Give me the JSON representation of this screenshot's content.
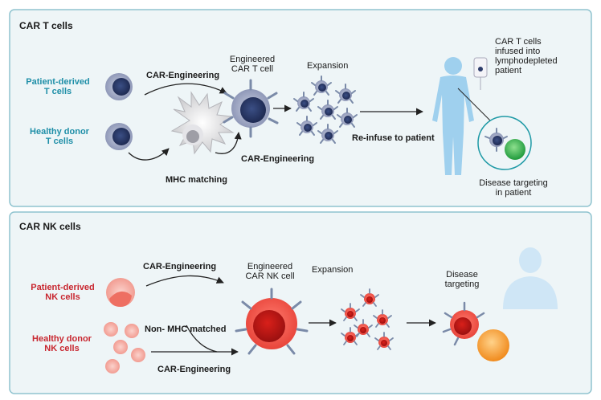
{
  "car_t": {
    "title": "CAR T cells",
    "patient_derived": "Patient-derived\nT cells",
    "healthy_donor": "Healthy donor\nT cells",
    "car_engineering_top": "CAR-Engineering",
    "car_engineering_bottom": "CAR-Engineering",
    "mhc_matching": "MHC matching",
    "engineered": "Engineered\nCAR T cell",
    "expansion": "Expansion",
    "reinfuse": "Re-infuse to patient",
    "infused": "CAR T cells\ninfused into\nlymphodepleted\npatient",
    "disease_targeting": "Disease targeting\nin patient"
  },
  "car_nk": {
    "title": "CAR NK cells",
    "patient_derived": "Patient-derived\nNK cells",
    "healthy_donor": "Healthy donor\nNK cells",
    "car_engineering_top": "CAR-Engineering",
    "car_engineering_bottom": "CAR-Engineering",
    "non_mhc": "Non- MHC matched",
    "engineered": "Engineered\nCAR NK cell",
    "expansion": "Expansion",
    "disease_targeting": "Disease\ntargeting"
  },
  "colors": {
    "panel_bg": "#eef5f7",
    "panel_border": "#8fc3cf",
    "teal_text": "#1f8fa8",
    "red_text": "#c8262f",
    "t_cell_dark": "#2e3d6b",
    "nk_cell": "#e8443a",
    "body": "#9fd0ee"
  }
}
